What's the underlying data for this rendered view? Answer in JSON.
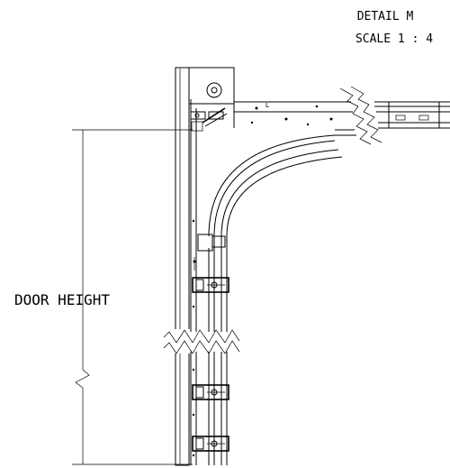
{
  "detail": {
    "title": "DETAIL M",
    "scale": "SCALE 1 : 4"
  },
  "dimension": {
    "label": "DOOR HEIGHT"
  }
}
